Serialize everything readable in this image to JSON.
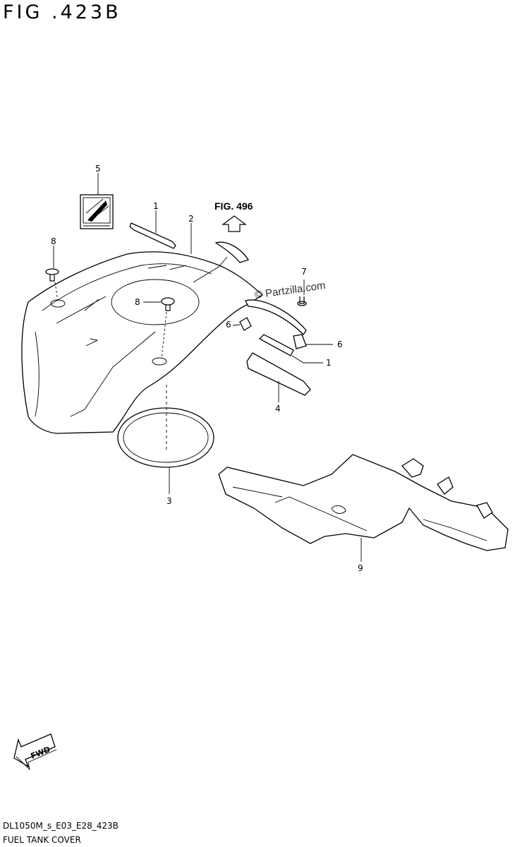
{
  "figure": {
    "title": "FIG .423B",
    "reference": "FIG. 496",
    "watermark": "© Partzilla.com",
    "code": "DL1050M_s_E03_E28_423B",
    "caption": "FUEL TANK COVER",
    "fwd_label": "FWD"
  },
  "callouts": [
    {
      "id": "c5",
      "label": "5"
    },
    {
      "id": "c1a",
      "label": "1"
    },
    {
      "id": "c2",
      "label": "2"
    },
    {
      "id": "c8a",
      "label": "8"
    },
    {
      "id": "c8b",
      "label": "8"
    },
    {
      "id": "c7",
      "label": "7"
    },
    {
      "id": "c6a",
      "label": "6"
    },
    {
      "id": "c6b",
      "label": "6"
    },
    {
      "id": "c1b",
      "label": "1"
    },
    {
      "id": "c4",
      "label": "4"
    },
    {
      "id": "c3",
      "label": "3"
    },
    {
      "id": "c9",
      "label": "9"
    }
  ]
}
